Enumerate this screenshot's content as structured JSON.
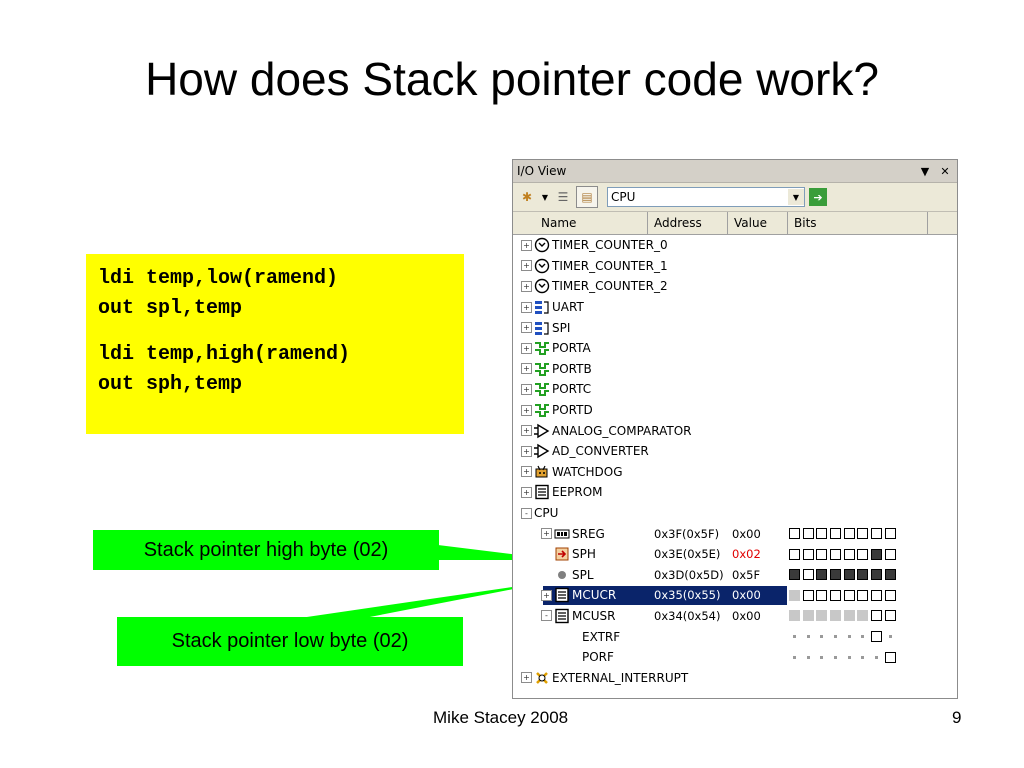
{
  "slide": {
    "title": "How does Stack pointer code work?",
    "footer_author": "Mike Stacey 2008",
    "page_number": "9"
  },
  "code": {
    "lines": [
      "ldi temp,low(ramend)",
      "out spl,temp",
      "ldi temp,high(ramend)",
      "out sph,temp"
    ]
  },
  "callouts": {
    "high": "Stack pointer high byte (02)",
    "low": "Stack pointer low byte (02)"
  },
  "io_view": {
    "title": "I/O View",
    "combo_value": "CPU",
    "columns": [
      "Name",
      "Address",
      "Value",
      "Bits"
    ],
    "rows": [
      {
        "label": "TIMER_COUNTER_0",
        "icon": "timer-icon",
        "expander": "+",
        "indent": 0
      },
      {
        "label": "TIMER_COUNTER_1",
        "icon": "timer-icon",
        "expander": "+",
        "indent": 0
      },
      {
        "label": "TIMER_COUNTER_2",
        "icon": "timer-icon",
        "expander": "+",
        "indent": 0
      },
      {
        "label": "UART",
        "icon": "serial-icon",
        "expander": "+",
        "indent": 0
      },
      {
        "label": "SPI",
        "icon": "serial-icon",
        "expander": "+",
        "indent": 0
      },
      {
        "label": "PORTA",
        "icon": "port-icon",
        "expander": "+",
        "indent": 0
      },
      {
        "label": "PORTB",
        "icon": "port-icon",
        "expander": "+",
        "indent": 0
      },
      {
        "label": "PORTC",
        "icon": "port-icon",
        "expander": "+",
        "indent": 0
      },
      {
        "label": "PORTD",
        "icon": "port-icon",
        "expander": "+",
        "indent": 0
      },
      {
        "label": "ANALOG_COMPARATOR",
        "icon": "comparator-icon",
        "expander": "+",
        "indent": 0
      },
      {
        "label": "AD_CONVERTER",
        "icon": "comparator-icon",
        "expander": "+",
        "indent": 0
      },
      {
        "label": "WATCHDOG",
        "icon": "watchdog-icon",
        "expander": "+",
        "indent": 0
      },
      {
        "label": "EEPROM",
        "icon": "memory-icon",
        "expander": "+",
        "indent": 0
      },
      {
        "label": "CPU",
        "icon": "",
        "expander": "-",
        "indent": 0
      },
      {
        "label": "SREG",
        "icon": "register-icon",
        "expander": "+",
        "indent": 1,
        "address": "0x3F(0x5F)",
        "value": "0x00",
        "bits": "eeeeeeee"
      },
      {
        "label": "SPH",
        "icon": "sph-icon",
        "expander": "",
        "indent": 1,
        "address": "0x3E(0x5E)",
        "value": "0x02",
        "value_changed": true,
        "bits": "eeeeeefe"
      },
      {
        "label": "SPL",
        "icon": "dot-icon",
        "expander": "",
        "indent": 1,
        "address": "0x3D(0x5D)",
        "value": "0x5F",
        "bits": "efeffffff"
      },
      {
        "label": "MCUCR",
        "icon": "memory-icon",
        "expander": "+",
        "indent": 1,
        "address": "0x35(0x55)",
        "value": "0x00",
        "selected": true,
        "bits": "geeeeeee"
      },
      {
        "label": "MCUSR",
        "icon": "memory-icon",
        "expander": "-",
        "indent": 1,
        "address": "0x34(0x54)",
        "value": "0x00",
        "bits": "ggggggee"
      },
      {
        "label": "EXTRF",
        "icon": "",
        "expander": "",
        "indent": 2,
        "bits": "ddddddev"
      },
      {
        "label": "PORF",
        "icon": "",
        "expander": "",
        "indent": 2,
        "bits": "ddddddde"
      },
      {
        "label": "EXTERNAL_INTERRUPT",
        "icon": "interrupt-icon",
        "expander": "+",
        "indent": 0
      }
    ]
  },
  "colors": {
    "code_background": "#ffff00",
    "callout_background": "#00ff00",
    "changed_value": "#e00000",
    "selection": "#0a246a"
  }
}
